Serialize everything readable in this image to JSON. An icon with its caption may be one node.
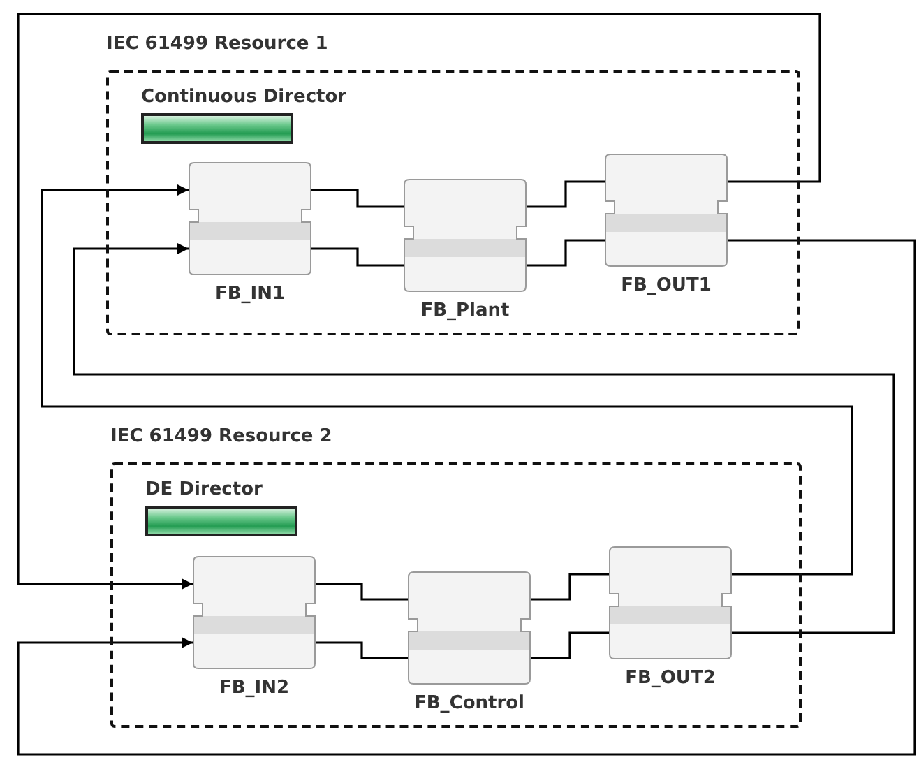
{
  "diagram": {
    "nodes": [
      {
        "text": [
          "IEC 61499 Resource 1"
        ]
      },
      {
        "text": [
          "Continuous Director"
        ],
        "in": 0
      },
      {
        "text": [
          "FB_IN1"
        ],
        "in": 0
      },
      {
        "text": [
          "FB_Plant"
        ],
        "in": 0
      },
      {
        "text": [
          "FB_OUT1"
        ],
        "in": 0
      },
      {
        "text": [
          "IEC 61499 Resource 2"
        ]
      },
      {
        "text": [
          "DE Director"
        ],
        "in": 5
      },
      {
        "text": [
          "FB_IN2"
        ],
        "in": 5
      },
      {
        "text": [
          "FB_Control"
        ],
        "in": 5
      },
      {
        "text": [
          "FB_OUT2"
        ],
        "in": 5
      }
    ],
    "edges": [
      {
        "from": 2,
        "to": 3,
        "arrow": "none"
      },
      {
        "from": 2,
        "to": 3,
        "arrow": "none"
      },
      {
        "from": 3,
        "to": 4,
        "arrow": "none"
      },
      {
        "from": 3,
        "to": 4,
        "arrow": "none"
      },
      {
        "from": 7,
        "to": 8,
        "arrow": "none"
      },
      {
        "from": 7,
        "to": 8,
        "arrow": "none"
      },
      {
        "from": 8,
        "to": 9,
        "arrow": "none"
      },
      {
        "from": 8,
        "to": 9,
        "arrow": "none"
      },
      {
        "from": 4,
        "to": 7,
        "arrow": "to"
      },
      {
        "from": 4,
        "to": 7,
        "arrow": "to"
      },
      {
        "from": 9,
        "to": 2,
        "arrow": "to"
      },
      {
        "from": 9,
        "to": 2,
        "arrow": "to"
      }
    ]
  }
}
